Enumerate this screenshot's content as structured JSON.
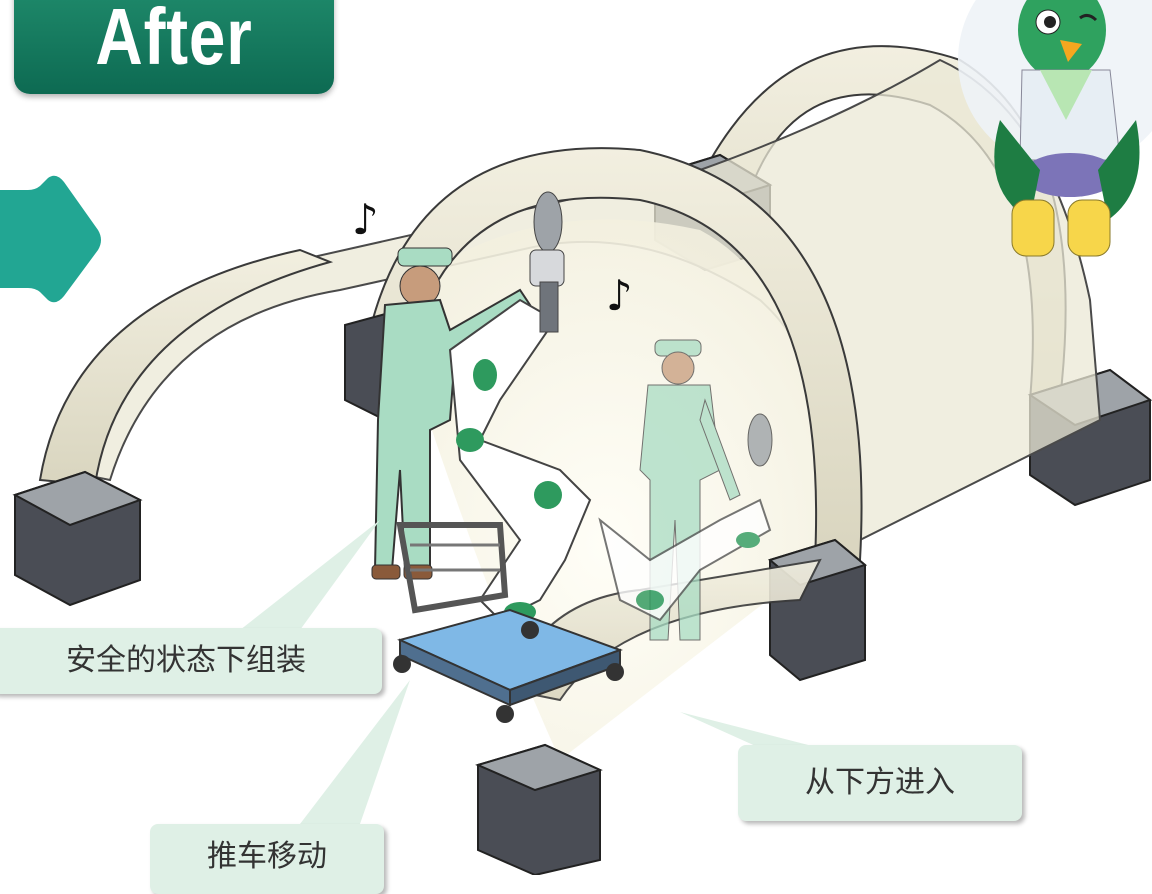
{
  "badge": {
    "label": "After"
  },
  "callouts": {
    "safe_assembly": "安全的状态下组装",
    "enter_from_below": "从下方进入",
    "cart_move": "推车移动"
  },
  "music_notes": [
    "♪",
    "♪"
  ],
  "colors": {
    "badge_green": "#1a7f62",
    "callout_bg": "#dff0e6",
    "arrow_teal": "#22a693",
    "arch_cream": "#e9e6d4",
    "block_dark": "#4a4d55",
    "worker_green": "#a9dcc3",
    "robot_green": "#2e9a5e"
  },
  "icons": [
    "right-arrow-icon",
    "music-note-icon",
    "bird-mascot-icon"
  ]
}
